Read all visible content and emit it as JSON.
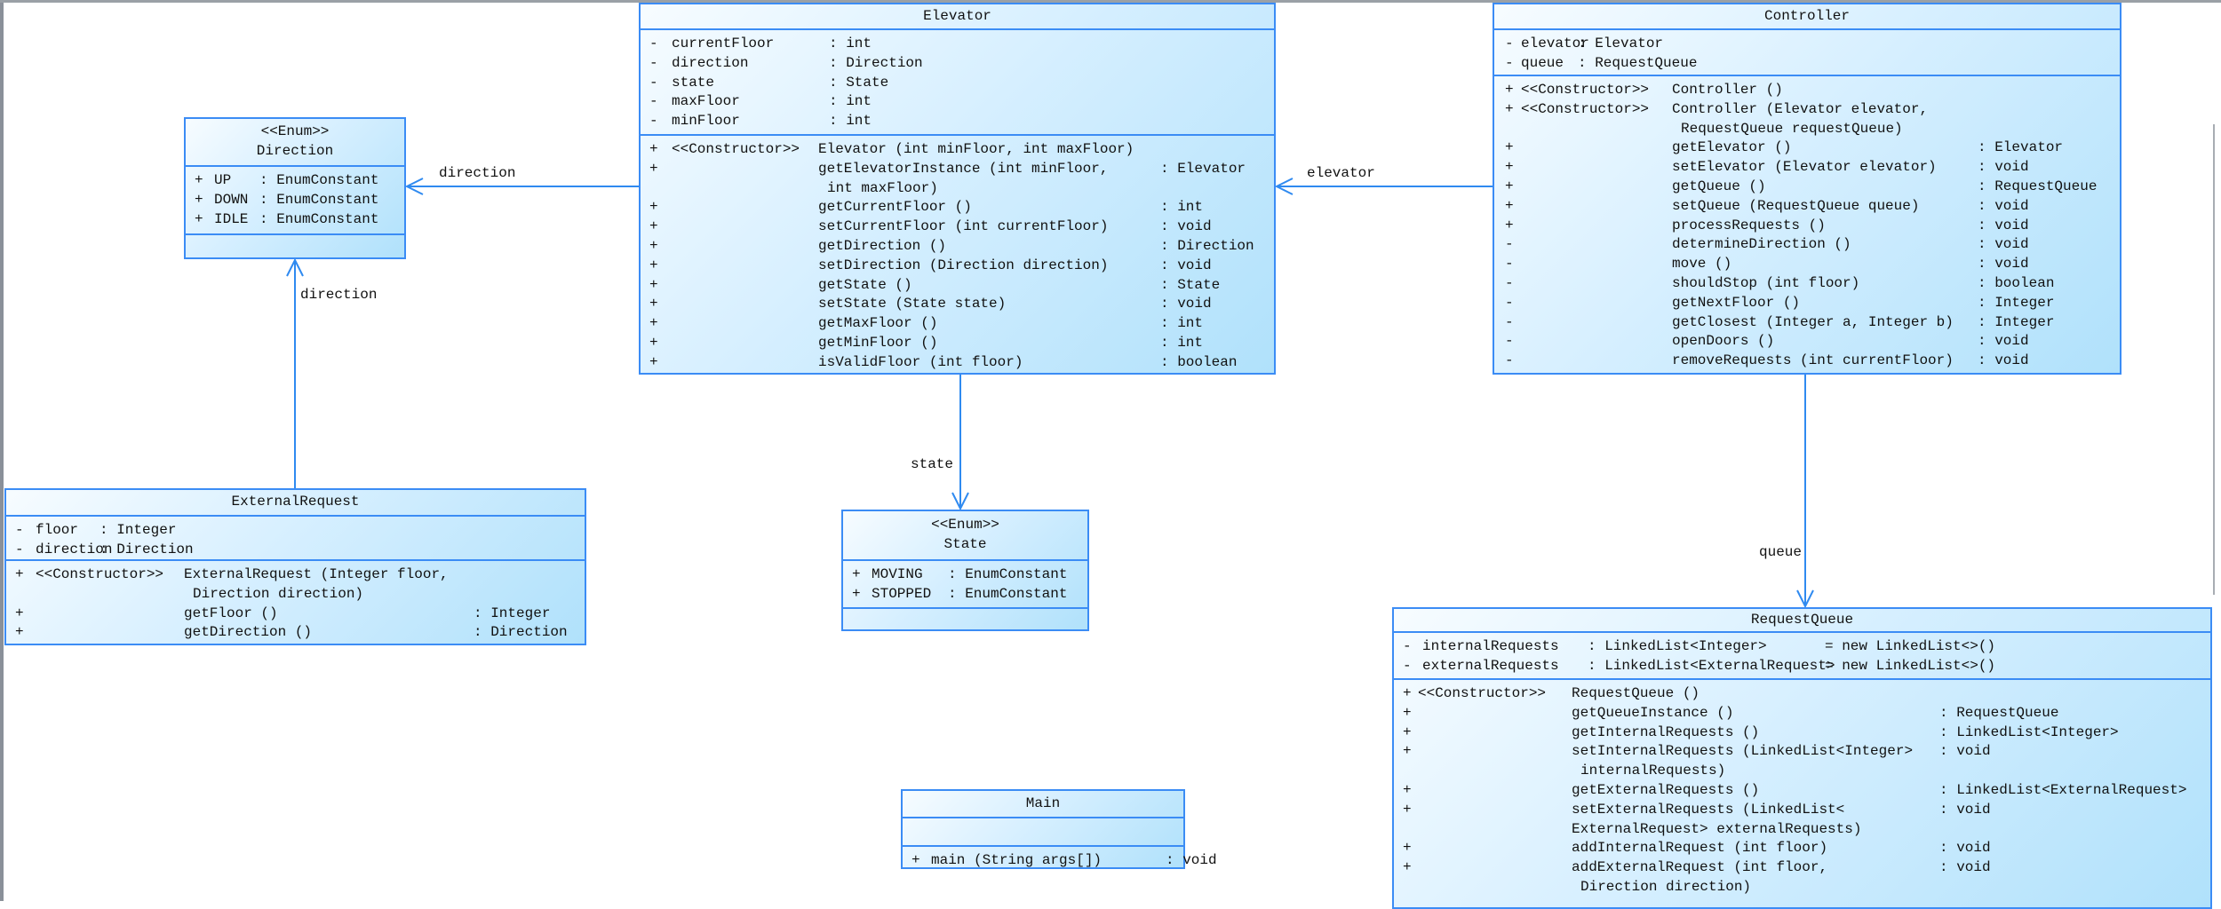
{
  "colors": {
    "border": "#3b8cf5",
    "line": "#2f8af0",
    "fill_light": "#f7fcff",
    "fill_dark": "#b0e1fb"
  },
  "classes": {
    "direction": {
      "stereotype": "<<Enum>>",
      "title": "Direction",
      "attributes": [
        {
          "vis": "+",
          "name": "UP",
          "type": ": EnumConstant"
        },
        {
          "vis": "+",
          "name": "DOWN",
          "type": ": EnumConstant"
        },
        {
          "vis": "+",
          "name": "IDLE",
          "type": ": EnumConstant"
        }
      ],
      "methods": []
    },
    "elevator": {
      "title": "Elevator",
      "attributes": [
        {
          "vis": "-",
          "name": "currentFloor",
          "type": ": int"
        },
        {
          "vis": "-",
          "name": "direction",
          "type": ": Direction"
        },
        {
          "vis": "-",
          "name": "state",
          "type": ": State"
        },
        {
          "vis": "-",
          "name": "maxFloor",
          "type": ": int"
        },
        {
          "vis": "-",
          "name": "minFloor",
          "type": ": int"
        }
      ],
      "methods": [
        {
          "vis": "+",
          "stereotype": "<<Constructor>>",
          "name": "Elevator (int minFloor,  int maxFloor)"
        },
        {
          "vis": "+",
          "name": "getElevatorInstance (int minFloor,",
          "cont": "int maxFloor)",
          "type": ": Elevator"
        },
        {
          "vis": "+",
          "name": "getCurrentFloor ()",
          "type": ": int"
        },
        {
          "vis": "+",
          "name": "setCurrentFloor (int currentFloor)",
          "type": ": void"
        },
        {
          "vis": "+",
          "name": "getDirection ()",
          "type": ": Direction"
        },
        {
          "vis": "+",
          "name": "setDirection (Direction direction)",
          "type": ": void"
        },
        {
          "vis": "+",
          "name": "getState ()",
          "type": ": State"
        },
        {
          "vis": "+",
          "name": "setState (State state)",
          "type": ": void"
        },
        {
          "vis": "+",
          "name": "getMaxFloor ()",
          "type": ": int"
        },
        {
          "vis": "+",
          "name": "getMinFloor ()",
          "type": ": int"
        },
        {
          "vis": "+",
          "name": "isValidFloor (int floor)",
          "type": ": boolean"
        }
      ]
    },
    "controller": {
      "title": "Controller",
      "attributes": [
        {
          "vis": "-",
          "name": "elevator",
          "type": ": Elevator"
        },
        {
          "vis": "-",
          "name": "queue",
          "type": ": RequestQueue"
        }
      ],
      "methods": [
        {
          "vis": "+",
          "stereotype": "<<Constructor>>",
          "name": "Controller ()"
        },
        {
          "vis": "+",
          "stereotype": "<<Constructor>>",
          "name": "Controller (Elevator elevator,",
          "cont": "RequestQueue requestQueue)"
        },
        {
          "vis": "+",
          "name": "getElevator ()",
          "type": ": Elevator"
        },
        {
          "vis": "+",
          "name": "setElevator (Elevator elevator)",
          "type": ": void"
        },
        {
          "vis": "+",
          "name": "getQueue ()",
          "type": ": RequestQueue"
        },
        {
          "vis": "+",
          "name": "setQueue (RequestQueue queue)",
          "type": ": void"
        },
        {
          "vis": "+",
          "name": "processRequests ()",
          "type": ": void"
        },
        {
          "vis": "-",
          "name": "determineDirection ()",
          "type": ": void"
        },
        {
          "vis": "-",
          "name": "move ()",
          "type": ": void"
        },
        {
          "vis": "-",
          "name": "shouldStop (int floor)",
          "type": ": boolean"
        },
        {
          "vis": "-",
          "name": "getNextFloor ()",
          "type": ": Integer"
        },
        {
          "vis": "-",
          "name": "getClosest (Integer a,  Integer b)",
          "type": ": Integer"
        },
        {
          "vis": "-",
          "name": "openDoors ()",
          "type": ": void"
        },
        {
          "vis": "-",
          "name": "removeRequests (int currentFloor)",
          "type": ": void"
        }
      ]
    },
    "external_request": {
      "title": "ExternalRequest",
      "attributes": [
        {
          "vis": "-",
          "name": "floor",
          "type": ": Integer"
        },
        {
          "vis": "-",
          "name": "direction",
          "type": ": Direction"
        }
      ],
      "methods": [
        {
          "vis": "+",
          "stereotype": "<<Constructor>>",
          "name": "ExternalRequest (Integer floor,",
          "cont": "Direction direction)"
        },
        {
          "vis": "+",
          "name": "getFloor ()",
          "type": ": Integer"
        },
        {
          "vis": "+",
          "name": "getDirection ()",
          "type": ": Direction"
        }
      ]
    },
    "state": {
      "stereotype": "<<Enum>>",
      "title": "State",
      "attributes": [
        {
          "vis": "+",
          "name": "MOVING",
          "type": ": EnumConstant"
        },
        {
          "vis": "+",
          "name": "STOPPED",
          "type": ": EnumConstant"
        }
      ],
      "methods": []
    },
    "request_queue": {
      "title": "RequestQueue",
      "attributes": [
        {
          "vis": "-",
          "name": "internalRequests",
          "type": ": LinkedList<Integer>",
          "default": "= new LinkedList<>()"
        },
        {
          "vis": "-",
          "name": "externalRequests",
          "type": ": LinkedList<ExternalRequest>",
          "default": "= new LinkedList<>()"
        }
      ],
      "methods": [
        {
          "vis": "+",
          "stereotype": "<<Constructor>>",
          "name": "RequestQueue ()"
        },
        {
          "vis": "+",
          "name": "getQueueInstance ()",
          "type": ": RequestQueue"
        },
        {
          "vis": "+",
          "name": "getInternalRequests ()",
          "type": ": LinkedList<Integer>"
        },
        {
          "vis": "+",
          "name": "setInternalRequests (LinkedList<Integer>",
          "cont": "internalRequests)",
          "type": ": void"
        },
        {
          "vis": "+",
          "name": "getExternalRequests ()",
          "type": ": LinkedList<ExternalRequest>"
        },
        {
          "vis": "+",
          "name": "setExternalRequests (LinkedList<",
          "cont": "ExternalRequest> externalRequests)",
          "type": ": void"
        },
        {
          "vis": "+",
          "name": "addInternalRequest (int floor)",
          "type": ": void"
        },
        {
          "vis": "+",
          "name": "addExternalRequest (int floor,",
          "cont": "Direction direction)",
          "type": ": void"
        }
      ]
    },
    "main": {
      "title": "Main",
      "attributes": [],
      "methods": [
        {
          "vis": "+",
          "name": "main (String args[])",
          "type": ": void"
        }
      ]
    }
  },
  "associations": [
    {
      "from": "Elevator",
      "to": "Direction",
      "label": "direction"
    },
    {
      "from": "ExternalRequest",
      "to": "Direction",
      "label": "direction"
    },
    {
      "from": "Controller",
      "to": "Elevator",
      "label": "elevator"
    },
    {
      "from": "Elevator",
      "to": "State",
      "label": "state"
    },
    {
      "from": "Controller",
      "to": "RequestQueue",
      "label": "queue"
    }
  ]
}
